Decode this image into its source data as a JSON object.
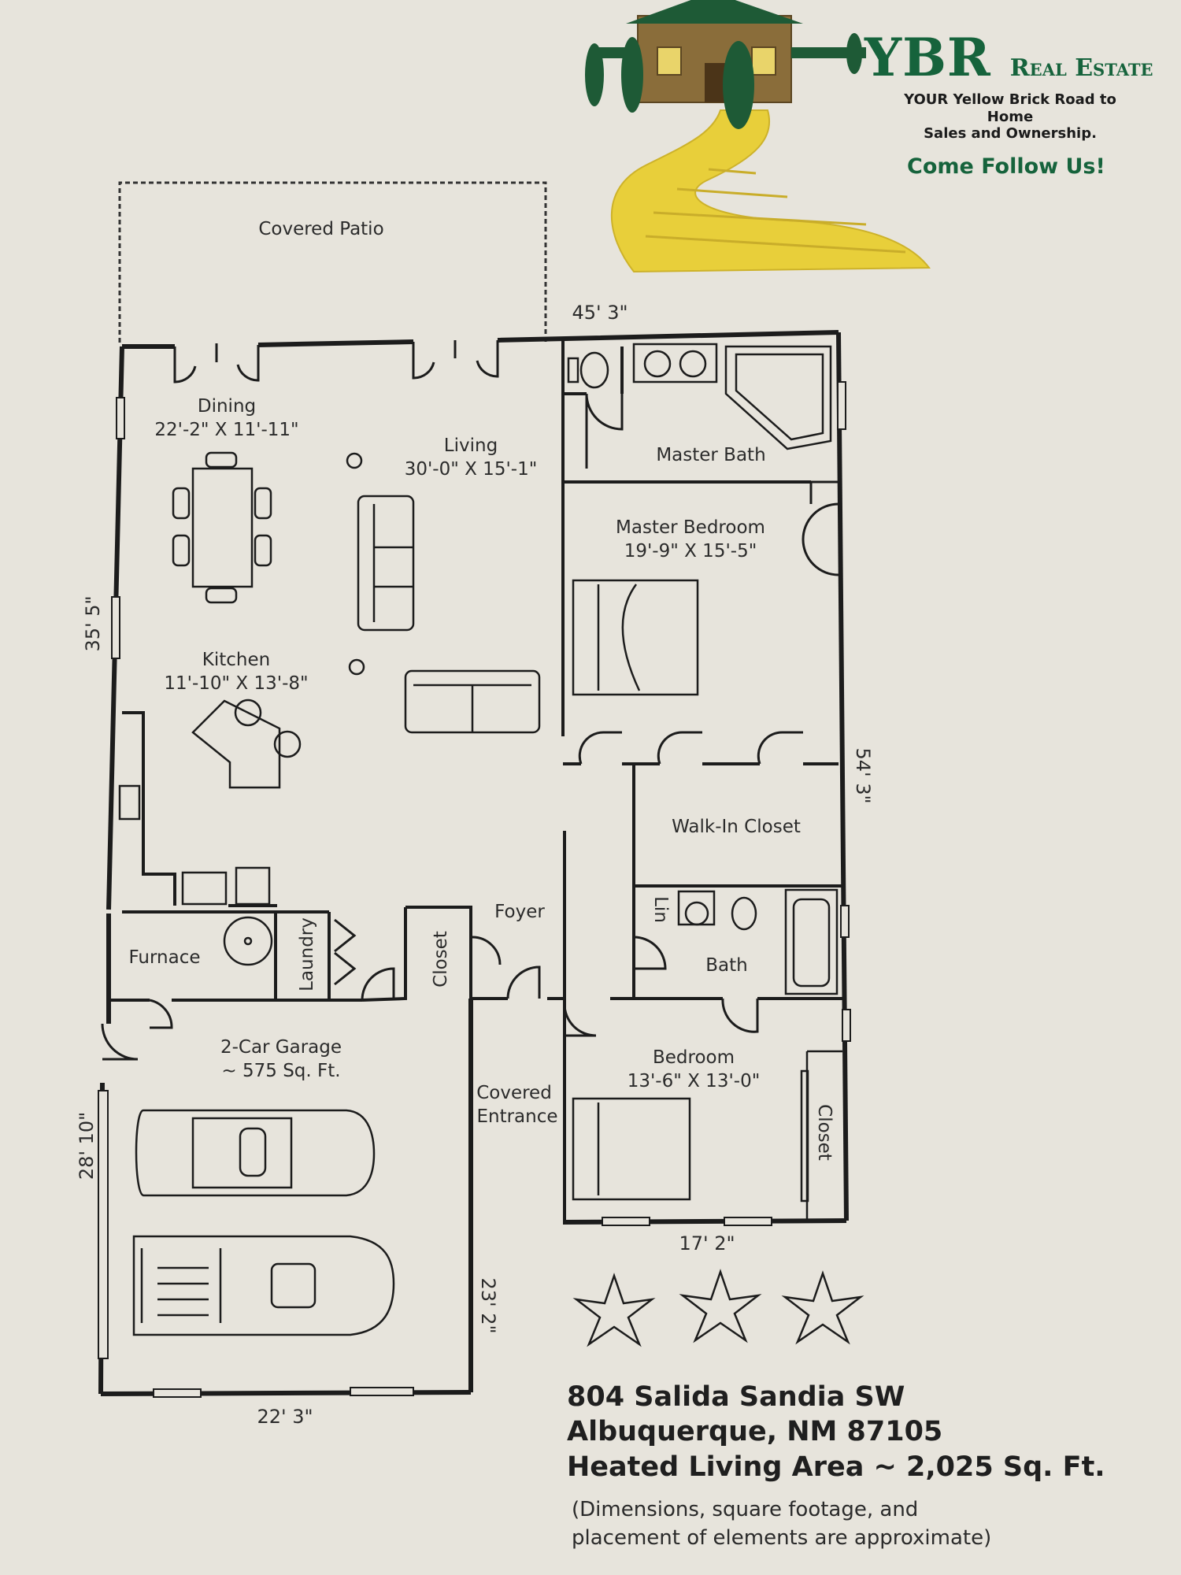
{
  "header": {
    "brand_name": "YBR",
    "brand_suffix": "Real Estate",
    "tagline_line1": "YOUR Yellow Brick Road to Home",
    "tagline_line2": "Sales and Ownership.",
    "follow": "Come Follow Us!"
  },
  "rooms": {
    "covered_patio": "Covered Patio",
    "dining_name": "Dining",
    "dining_size": "22'-2\" X 11'-11\"",
    "living_name": "Living",
    "living_size": "30'-0\" X 15'-1\"",
    "kitchen_name": "Kitchen",
    "kitchen_size": "11'-10\" X 13'-8\"",
    "master_bath": "Master Bath",
    "master_bedroom_name": "Master Bedroom",
    "master_bedroom_size": "19'-9\" X 15'-5\"",
    "walk_in_closet": "Walk-In Closet",
    "lin": "Lin",
    "bath": "Bath",
    "furnace": "Furnace",
    "laundry": "Laundry",
    "closet_foyer": "Closet",
    "foyer": "Foyer",
    "garage_name": "2-Car Garage",
    "garage_size": "~ 575 Sq. Ft.",
    "covered_entrance_line1": "Covered",
    "covered_entrance_line2": "Entrance",
    "bedroom_name": "Bedroom",
    "bedroom_size": "13'-6\" X 13'-0\"",
    "closet_bedroom": "Closet"
  },
  "dimensions": {
    "top": "45' 3\"",
    "left_upper": "35' 5\"",
    "right": "54' 3\"",
    "left_lower": "28' 10\"",
    "bedroom_bottom": "17' 2\"",
    "garage_right": "23' 2\"",
    "garage_bottom": "22' 3\""
  },
  "footer": {
    "address_line1": "804 Salida Sandia SW",
    "address_line2": "Albuquerque, NM  87105",
    "area": "Heated Living Area ~ 2,025 Sq. Ft.",
    "disclaimer_line1": "(Dimensions, square footage, and",
    "disclaimer_line2": "placement of elements are approximate)"
  },
  "colors": {
    "brand_green": "#16633c",
    "brick_yellow": "#e8cf3a",
    "wall": "#1c1c1c",
    "paper": "#e7e4dc"
  }
}
